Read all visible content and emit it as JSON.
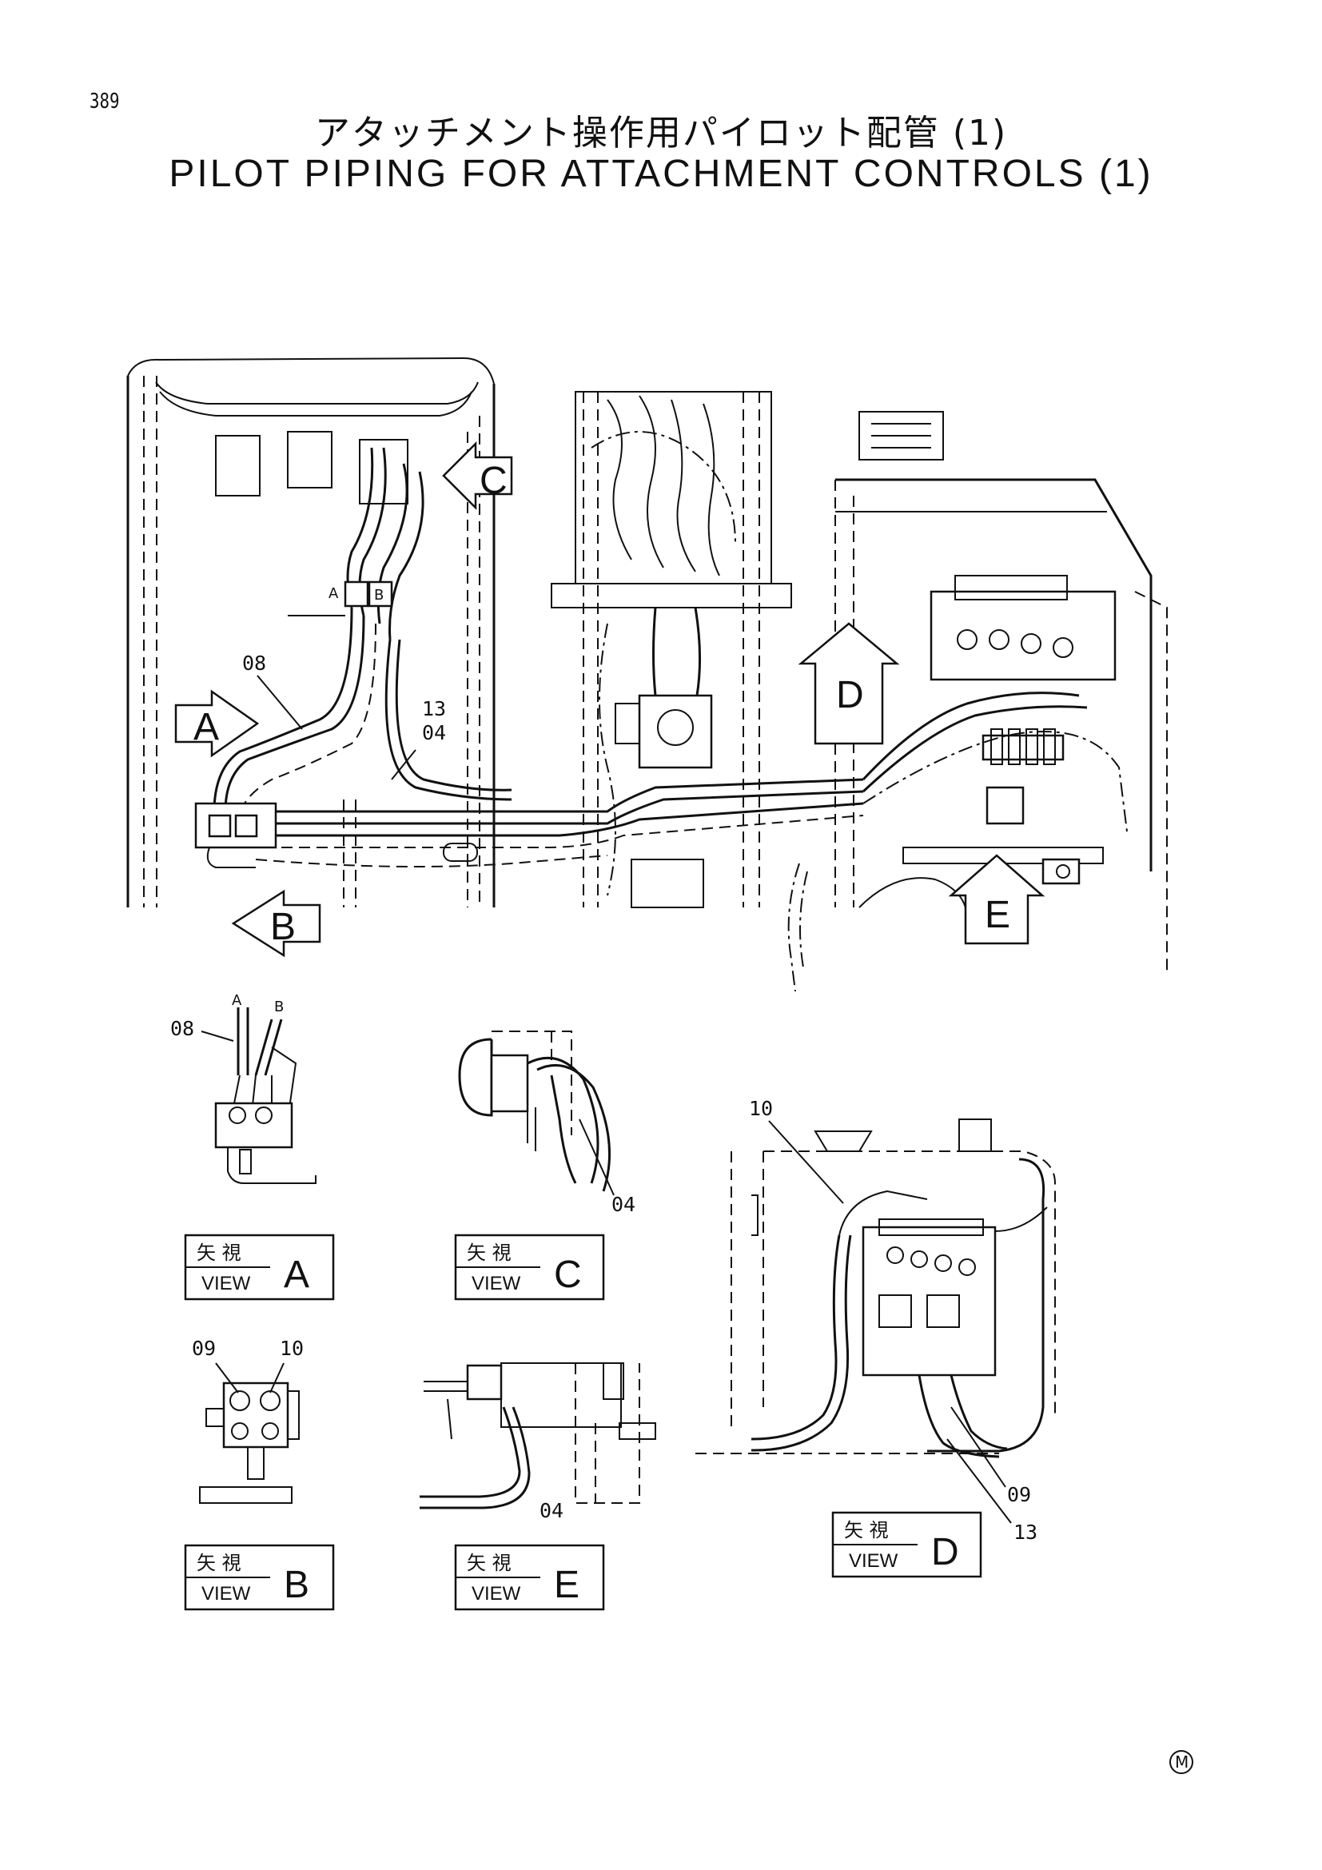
{
  "page_number": "389",
  "title_jp": "アタッチメント操作用パイロット配管 (1)",
  "title_en": "PILOT PIPING FOR ATTACHMENT CONTROLS (1)",
  "view_arrows": {
    "a": "A",
    "b": "B",
    "c": "C",
    "d": "D",
    "e": "E"
  },
  "port_labels": {
    "a": "A",
    "b": "B"
  },
  "part_numbers": {
    "p08": "08",
    "p13": "13",
    "p04": "04",
    "p09": "09",
    "p10": "10"
  },
  "view_boxes": {
    "jp": "矢 視",
    "en": "VIEW",
    "a": "A",
    "b": "B",
    "c": "C",
    "d": "D",
    "e": "E"
  },
  "corner_mark": "M"
}
